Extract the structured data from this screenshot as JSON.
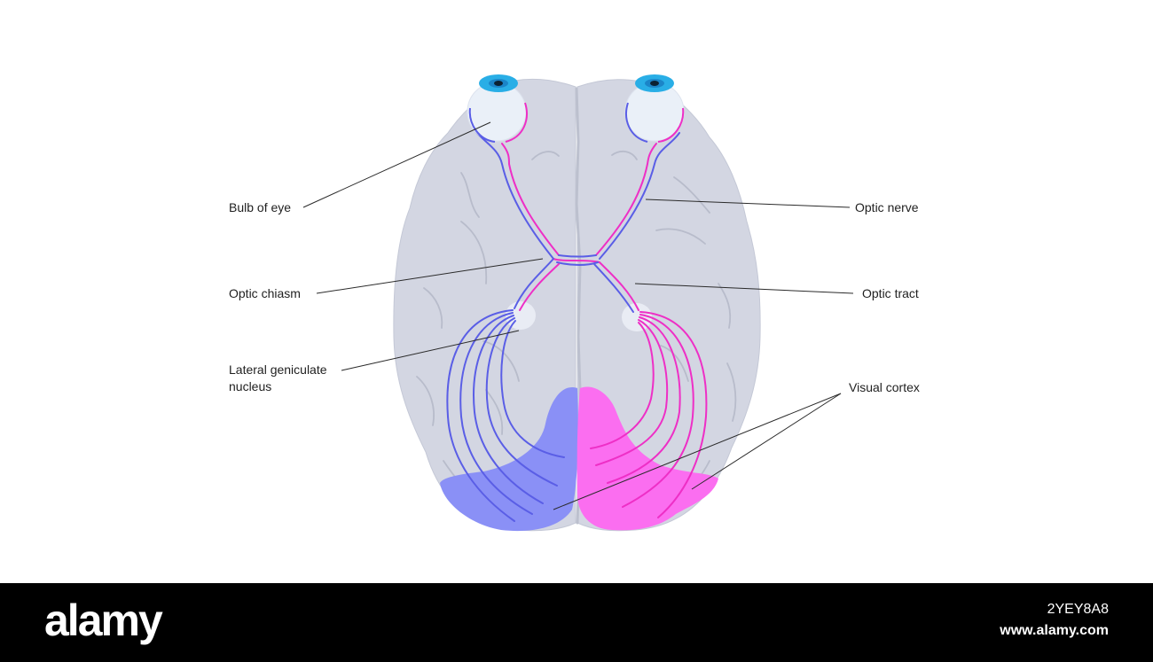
{
  "labels": {
    "bulb_of_eye": "Bulb of eye",
    "optic_nerve": "Optic nerve",
    "optic_chiasm": "Optic chiasm",
    "optic_tract": "Optic tract",
    "lgn_line1": "Lateral geniculate",
    "lgn_line2": "nucleus",
    "visual_cortex": "Visual cortex"
  },
  "footer": {
    "brand": "alamy",
    "image_id": "2YEY8A8",
    "site": "www.alamy.com"
  },
  "colors": {
    "brain": "#d3d6e2",
    "brain_outline": "#c4c8d6",
    "fold": "#b8bccb",
    "left_pathway": "#5a5ee6",
    "right_pathway": "#ee2fc6",
    "left_cortex": "#8a90f6",
    "right_cortex": "#fb6ef0",
    "iris": "#29aee6",
    "eyeball": "#eaf0f8",
    "leader_line": "#2a2a2a",
    "footer_bg": "#000000"
  }
}
